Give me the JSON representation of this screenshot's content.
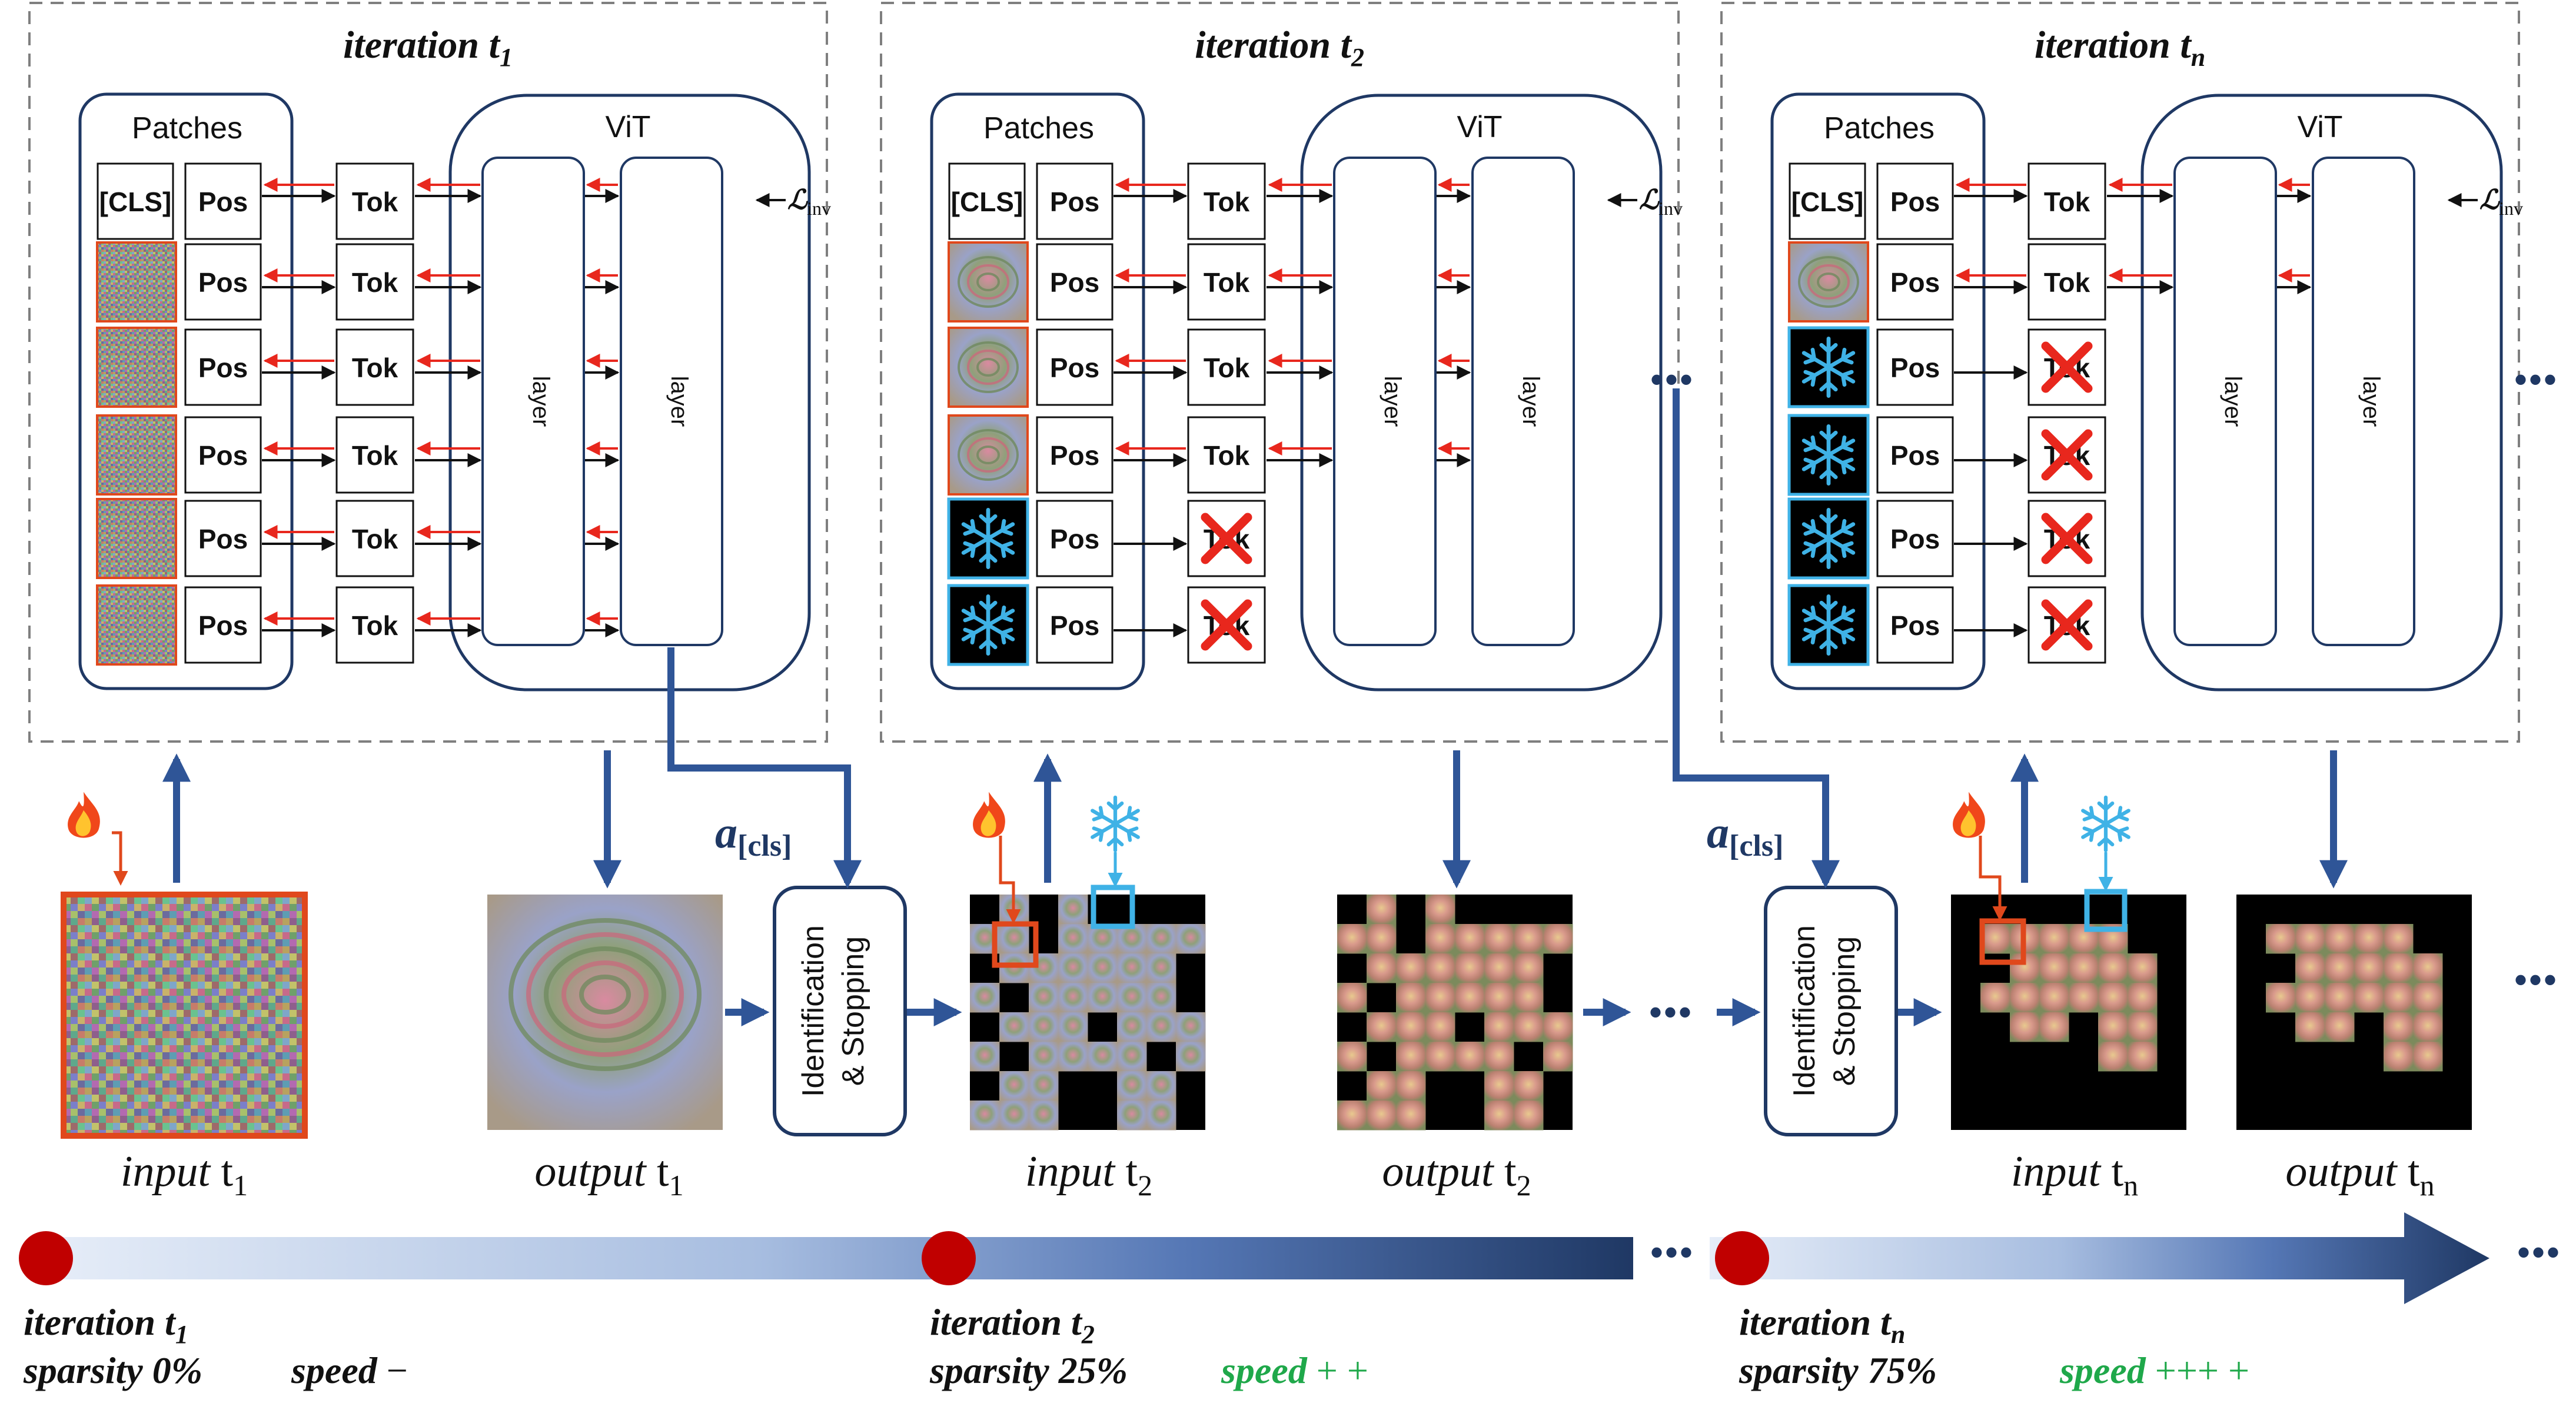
{
  "iterations": [
    {
      "title_word": "iteration",
      "title_sub": "1",
      "patches_label": "Patches",
      "vit_label": "ViT",
      "cls_label": "[CLS]",
      "pos_label": "Pos",
      "tok_label": "Tok",
      "layer_label": "layer",
      "loss_label": "ℒ",
      "loss_sub": "inv",
      "rows": [
        "noise",
        "noise",
        "noise",
        "noise",
        "noise"
      ],
      "tok_cancelled": [
        false,
        false,
        false,
        false,
        false
      ]
    },
    {
      "title_word": "iteration",
      "title_sub": "2",
      "patches_label": "Patches",
      "vit_label": "ViT",
      "cls_label": "[CLS]",
      "pos_label": "Pos",
      "tok_label": "Tok",
      "layer_label": "layer",
      "loss_label": "ℒ",
      "loss_sub": "inv",
      "rows": [
        "rose",
        "rose",
        "rose",
        "frozen",
        "frozen"
      ],
      "tok_cancelled": [
        false,
        false,
        false,
        true,
        true
      ]
    },
    {
      "title_word": "iteration",
      "title_sub": "n",
      "patches_label": "Patches",
      "vit_label": "ViT",
      "cls_label": "[CLS]",
      "pos_label": "Pos",
      "tok_label": "Tok",
      "layer_label": "layer",
      "loss_label": "ℒ",
      "loss_sub": "inv",
      "rows": [
        "rose",
        "frozen",
        "frozen",
        "frozen",
        "frozen"
      ],
      "tok_cancelled": [
        false,
        true,
        true,
        true,
        true
      ]
    }
  ],
  "images": {
    "input_t1": {
      "word": "input",
      "t": "t",
      "sub": "1"
    },
    "output_t1": {
      "word": "output",
      "t": "t",
      "sub": "1"
    },
    "input_t2": {
      "word": "input",
      "t": "t",
      "sub": "2"
    },
    "output_t2": {
      "word": "output",
      "t": "t",
      "sub": "2"
    },
    "input_tn": {
      "word": "input",
      "t": "t",
      "sub": "n"
    },
    "output_tn": {
      "word": "output",
      "t": "t",
      "sub": "n"
    }
  },
  "identification_line1": "Identification",
  "identification_line2": "& Stopping",
  "a_cls_main": "a",
  "a_cls_sub": "[cls]",
  "ellipsis": "•••",
  "timeline": [
    {
      "title_word": "iteration",
      "title_sub": "1",
      "sparsity_word": "sparsity",
      "sparsity_value": "0%",
      "speed_word": "speed",
      "speed_sign": "−"
    },
    {
      "title_word": "iteration",
      "title_sub": "2",
      "sparsity_word": "sparsity",
      "sparsity_value": "25%",
      "speed_word": "speed",
      "speed_sign": "+ +"
    },
    {
      "title_word": "iteration",
      "title_sub": "n",
      "sparsity_word": "sparsity",
      "sparsity_value": "75%",
      "speed_word": "speed",
      "speed_sign": "+++ +"
    }
  ],
  "colors": {
    "blue_arrow": "#2f5597",
    "red_arrow": "#e8271d",
    "frozen_blue": "#3fb2e6",
    "orange_border": "#e0481c",
    "speed_green": "#1fa84a",
    "timeline_dot": "#c00000",
    "timeline_dark": "#1f3864"
  }
}
